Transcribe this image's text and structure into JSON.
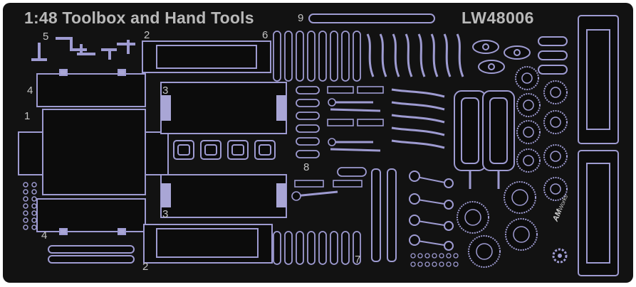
{
  "sheet": {
    "title": "1:48 Toolbox and Hand Tools",
    "code": "LW48006",
    "part_numbers": [
      "1",
      "2",
      "2",
      "3",
      "3",
      "4",
      "4",
      "5",
      "6",
      "7",
      "8",
      "9"
    ],
    "brand": {
      "main": "AM",
      "sub": "Works"
    },
    "colors": {
      "background": "#121212",
      "part_fill": "#0c0c0c",
      "part_outline": "#9e9bd1",
      "panel_fill": "#a9a6d6",
      "text": "#b9b9b9"
    },
    "icons": [
      "gear-icon"
    ]
  }
}
